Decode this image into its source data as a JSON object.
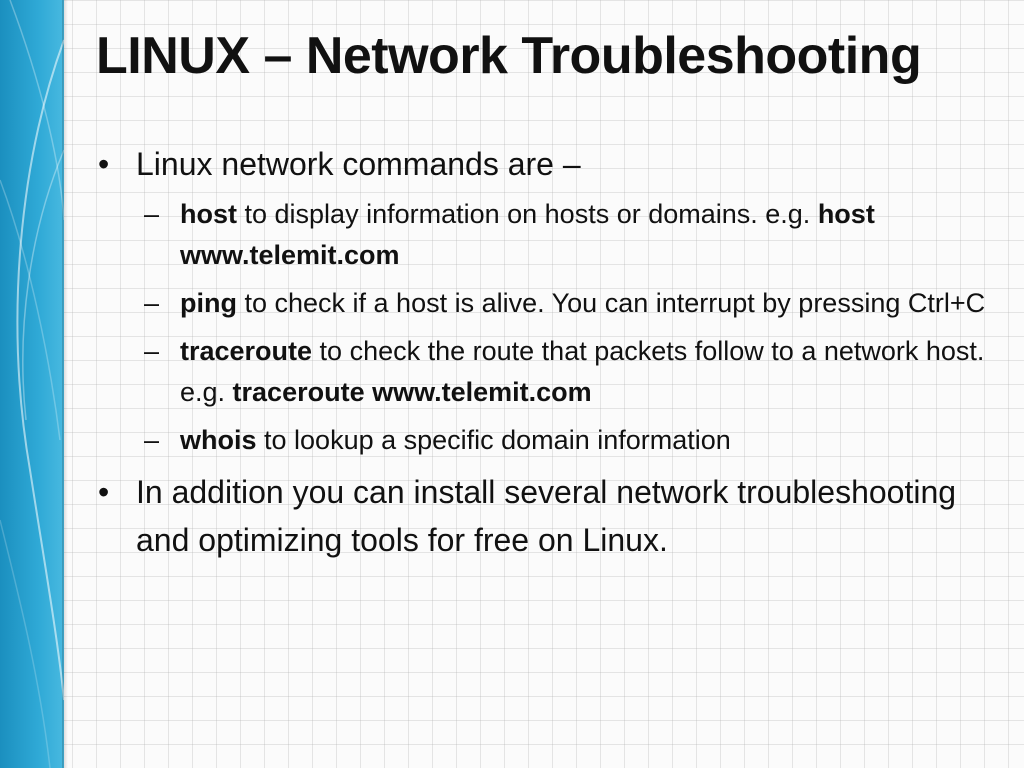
{
  "slide": {
    "title": "LINUX – Network Troubleshooting",
    "accent_color": "#2aa4cf",
    "bullet_symbol": "•",
    "dash_symbol": "–",
    "bullets": [
      {
        "text": "Linux network commands are –",
        "sub_items": [
          {
            "command": "host",
            "text": " to display information on hosts or domains. e.g. ",
            "example": "host www.telemit.com"
          },
          {
            "command": "ping",
            "text": " to check if a host is alive. You can interrupt by pressing Ctrl+C"
          },
          {
            "command": "traceroute",
            "text": " to check the route that packets follow to a network host. e.g. ",
            "example": "traceroute www.telemit.com"
          },
          {
            "command": "whois",
            "text": " to lookup a specific domain information"
          }
        ]
      },
      {
        "text": "In addition you can install several network troubleshooting and optimizing tools for free on Linux."
      }
    ]
  }
}
